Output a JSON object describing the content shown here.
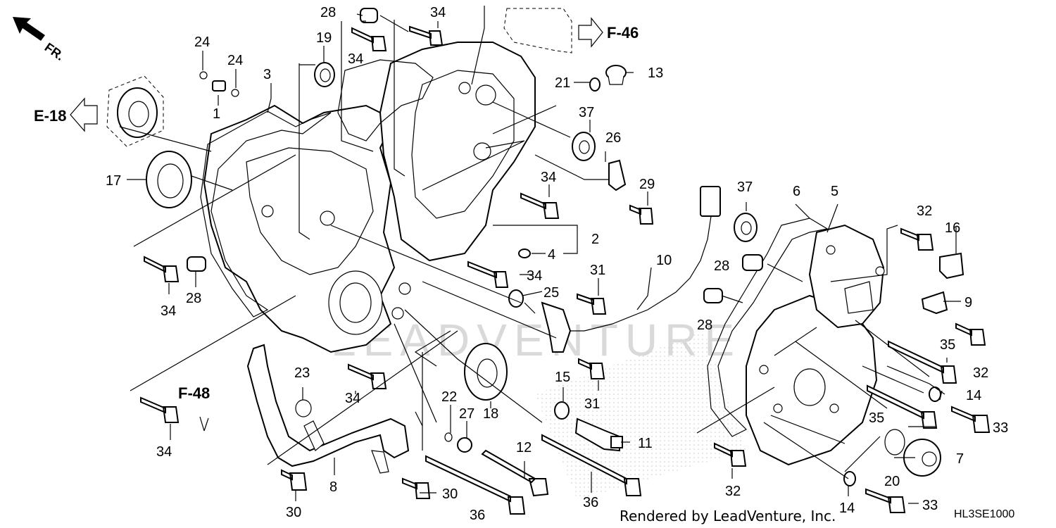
{
  "diagram": {
    "callouts": [
      {
        "id": "c24a",
        "text": "24"
      },
      {
        "id": "c24b",
        "text": "24"
      },
      {
        "id": "c1",
        "text": "1"
      },
      {
        "id": "c3",
        "text": "3"
      },
      {
        "id": "c19",
        "text": "19"
      },
      {
        "id": "c28a",
        "text": "28"
      },
      {
        "id": "c34a",
        "text": "34"
      },
      {
        "id": "c34b",
        "text": "34"
      },
      {
        "id": "c13",
        "text": "13"
      },
      {
        "id": "c21",
        "text": "21"
      },
      {
        "id": "c37a",
        "text": "37"
      },
      {
        "id": "c26",
        "text": "26"
      },
      {
        "id": "c29",
        "text": "29"
      },
      {
        "id": "c17",
        "text": "17"
      },
      {
        "id": "c34c",
        "text": "34"
      },
      {
        "id": "c2",
        "text": "2"
      },
      {
        "id": "c4",
        "text": "4"
      },
      {
        "id": "c34d",
        "text": "34"
      },
      {
        "id": "c31a",
        "text": "31"
      },
      {
        "id": "c25",
        "text": "25"
      },
      {
        "id": "c10",
        "text": "10"
      },
      {
        "id": "c37b",
        "text": "37"
      },
      {
        "id": "c6",
        "text": "6"
      },
      {
        "id": "c5",
        "text": "5"
      },
      {
        "id": "c32a",
        "text": "32"
      },
      {
        "id": "c16",
        "text": "16"
      },
      {
        "id": "c28b",
        "text": "28"
      },
      {
        "id": "c9",
        "text": "9"
      },
      {
        "id": "c28c",
        "text": "28"
      },
      {
        "id": "c34e",
        "text": "34"
      },
      {
        "id": "c28d",
        "text": "28"
      },
      {
        "id": "c35a",
        "text": "35"
      },
      {
        "id": "c32b",
        "text": "32"
      },
      {
        "id": "c14a",
        "text": "14"
      },
      {
        "id": "c34f",
        "text": "34"
      },
      {
        "id": "c23",
        "text": "23"
      },
      {
        "id": "c15",
        "text": "15"
      },
      {
        "id": "c22",
        "text": "22"
      },
      {
        "id": "c27",
        "text": "27"
      },
      {
        "id": "c18",
        "text": "18"
      },
      {
        "id": "c31b",
        "text": "31"
      },
      {
        "id": "c35b",
        "text": "35"
      },
      {
        "id": "c33a",
        "text": "33"
      },
      {
        "id": "c34g",
        "text": "34"
      },
      {
        "id": "c11",
        "text": "11"
      },
      {
        "id": "c12",
        "text": "12"
      },
      {
        "id": "c7",
        "text": "7"
      },
      {
        "id": "c20",
        "text": "20"
      },
      {
        "id": "c32c",
        "text": "32"
      },
      {
        "id": "c8",
        "text": "8"
      },
      {
        "id": "c30a",
        "text": "30"
      },
      {
        "id": "c30b",
        "text": "30"
      },
      {
        "id": "c36a",
        "text": "36"
      },
      {
        "id": "c36b",
        "text": "36"
      },
      {
        "id": "c14b",
        "text": "14"
      },
      {
        "id": "c33b",
        "text": "33"
      }
    ],
    "references": {
      "e18": "E-18",
      "f46": "F-46",
      "f48": "F-48"
    },
    "direction": "FR.",
    "credit": "Rendered by LeadVenture, Inc.",
    "drawing_code": "HL3SE1000",
    "watermark": "LEADVENTURE"
  }
}
